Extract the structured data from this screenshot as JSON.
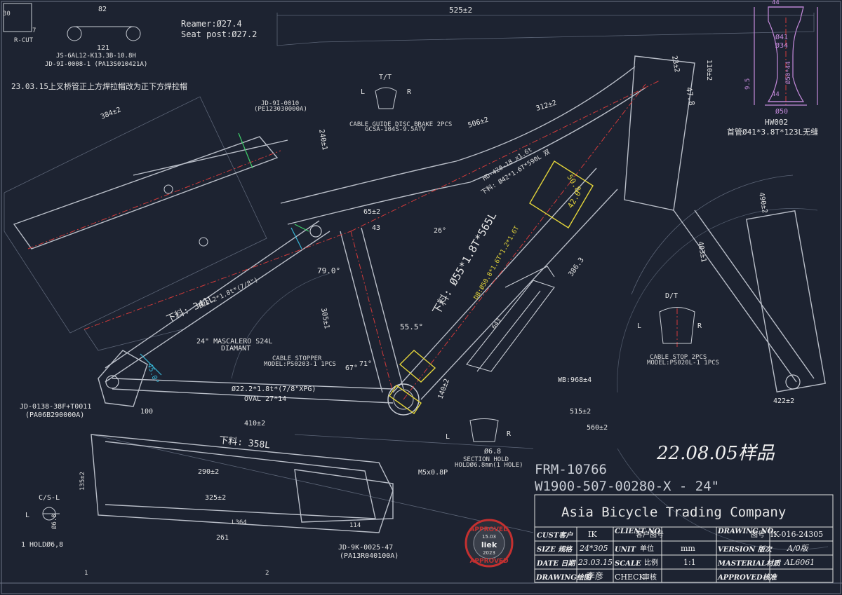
{
  "notes": {
    "reamer": "Reamer:Ø27.4",
    "seatpost": "Seat post:Ø27.2",
    "change_note": "23.03.15上叉桥管正上方焊拉帽改为正下方焊拉帽",
    "dim_top_tube": "525±2",
    "dim_82": "82",
    "dim_121": "121",
    "dim_30": "30",
    "dim_7": "7",
    "rcut": "R-CUT",
    "part_js": "JS-6AL12-K13.3B-10.8H",
    "part_jd91": "JD-9I-0008-1 (PA13S010421A)",
    "part_jd910": "JD-9I-0010",
    "part_jd910_code": "(PE123030000A)",
    "tt_label": "T/T",
    "cable_guide": "CABLE GUIDE DISC BRAKE 2PCS",
    "cable_guide_model": "GCSA-104S-9.5ATV",
    "dim_506": "506±2",
    "dim_312": "312±2",
    "dim_240": "240±1",
    "down_tube_main": "下料: Ø55*1.8T*565L",
    "down_tube_sub": "DB:Ø50.8*1.6T*1.2*1.6T",
    "top_tube_sub": "下料: Ø42*1.6T*590L 双",
    "hd_label": "HD-420-18 x1.6t",
    "dim_508": "50.8",
    "dim_420": "42.0",
    "angle_79": "79.0°",
    "angle_555": "55.5°",
    "angle_71": "71°",
    "angle_67": "67°",
    "angle_26": "26°",
    "angle_450": "45.0°",
    "chainstay_label": "下料: 341L",
    "seatstay_label": "Ø22.2*1.8t*(7/8\")",
    "wheel_label": "24\" MASCALERO S24L",
    "wheel_label2": "DIAMANT",
    "cable_stopper": "CABLE STOPPER",
    "cable_stopper_model": "MODEL:PS0203-1 1PCS",
    "cs_stay": "Ø22.2*1.8t*(7/8\"XPG)",
    "oval": "OVAL 27*14",
    "wb": "WB:968±4",
    "dim_515": "515±2",
    "dim_560": "560±2",
    "dim_410": "410±2",
    "dim_140": "140±2",
    "dim_305": "305±1",
    "dim_384": "384±2",
    "dim_386": "386.3",
    "dim_643": "643",
    "dim_65": "65±2",
    "dim_43": "43",
    "dim_100": "100",
    "jd138": "JD-0138-38F+T0011",
    "jd138_code": "(PA06B290000A)",
    "cs_label": "C/S-L",
    "hold": "1 HOLDØ6,8",
    "dia68": "Ø6.8",
    "bottom_label": "下料: 358L",
    "dim_290": "290±2",
    "dim_325": "325±2",
    "dim_261": "261",
    "dim_135": "135±2",
    "dim_364": "L364",
    "dim_114": "114",
    "m5": "M5x0.8P",
    "jd9k": "JD-9K-0025-47",
    "jd9k_code": "(PA13R040100A)",
    "section_hold": "SECTION HOLD",
    "section_hold2": "HOLDØ6.8mm(1 HOLE)",
    "dt_label": "D/T",
    "cable_stop": "CABLE STOP 2PCS",
    "cable_stop_model": "MODEL:PS020L-1 1PCS",
    "hw002": "HW002",
    "head_tube": "首管Ø41*3.8T*123L无缝",
    "dim_41": "Ø41",
    "dim_34": "Ø34",
    "dim_50": "Ø50",
    "dim_50x44": "Ø50*44",
    "dim_44a": "44",
    "dim_44b": "44",
    "dim_95": "9.5",
    "dim_110": "110±2",
    "dim_478": "47.8",
    "dim_23": "23±2",
    "dim_490": "490±2",
    "dim_403": "403±1",
    "dim_422": "422±2",
    "sample_date": "22.08.05样品",
    "frame_code": "FRM-10766",
    "part_number": "W1900-507-00280-X  -  24\"",
    "stamp_top": "APPROVED",
    "stamp_date": "15.03",
    "stamp_logo": "liek",
    "stamp_year": "2023",
    "stamp_bottom": "APPROVED",
    "letter_L1": "L",
    "letter_R1": "R",
    "letter_L2": "L",
    "letter_R2": "R",
    "letter_L3": "L",
    "letter_R3": "R",
    "letter_L4": "L",
    "num_1": "1",
    "num_2": "2"
  },
  "title_block": {
    "company": "Asia  Bicycle  Trading  Company",
    "cust_label": "CUST客户",
    "cust_value": "IK",
    "client_label": "CLIENT NO",
    "client_cn": "客户图号",
    "drawing_label": "DRAWING NO.",
    "drawing_cn": "图号",
    "drawing_value": "IK-016-24305",
    "size_label": "SIZE 规格",
    "size_value": "24*305",
    "unit_label": "UNIT",
    "unit_cn": "单位",
    "unit_value": "mm",
    "version_label": "VERSION 版次",
    "version_value": "A/0版",
    "date_label": "DATE 日期",
    "date_value": "23.03.15",
    "scale_label": "SCALE",
    "scale_cn": "比例",
    "scale_value": "1:1",
    "material_label": "MASTERIAL材质",
    "material_value": "AL6061",
    "drawing_by_label": "DRAWING绘图",
    "drawing_by_value": "李彦",
    "check_label": "CHECK",
    "check_cn": "审核",
    "approved_label": "APPROVED核准"
  }
}
